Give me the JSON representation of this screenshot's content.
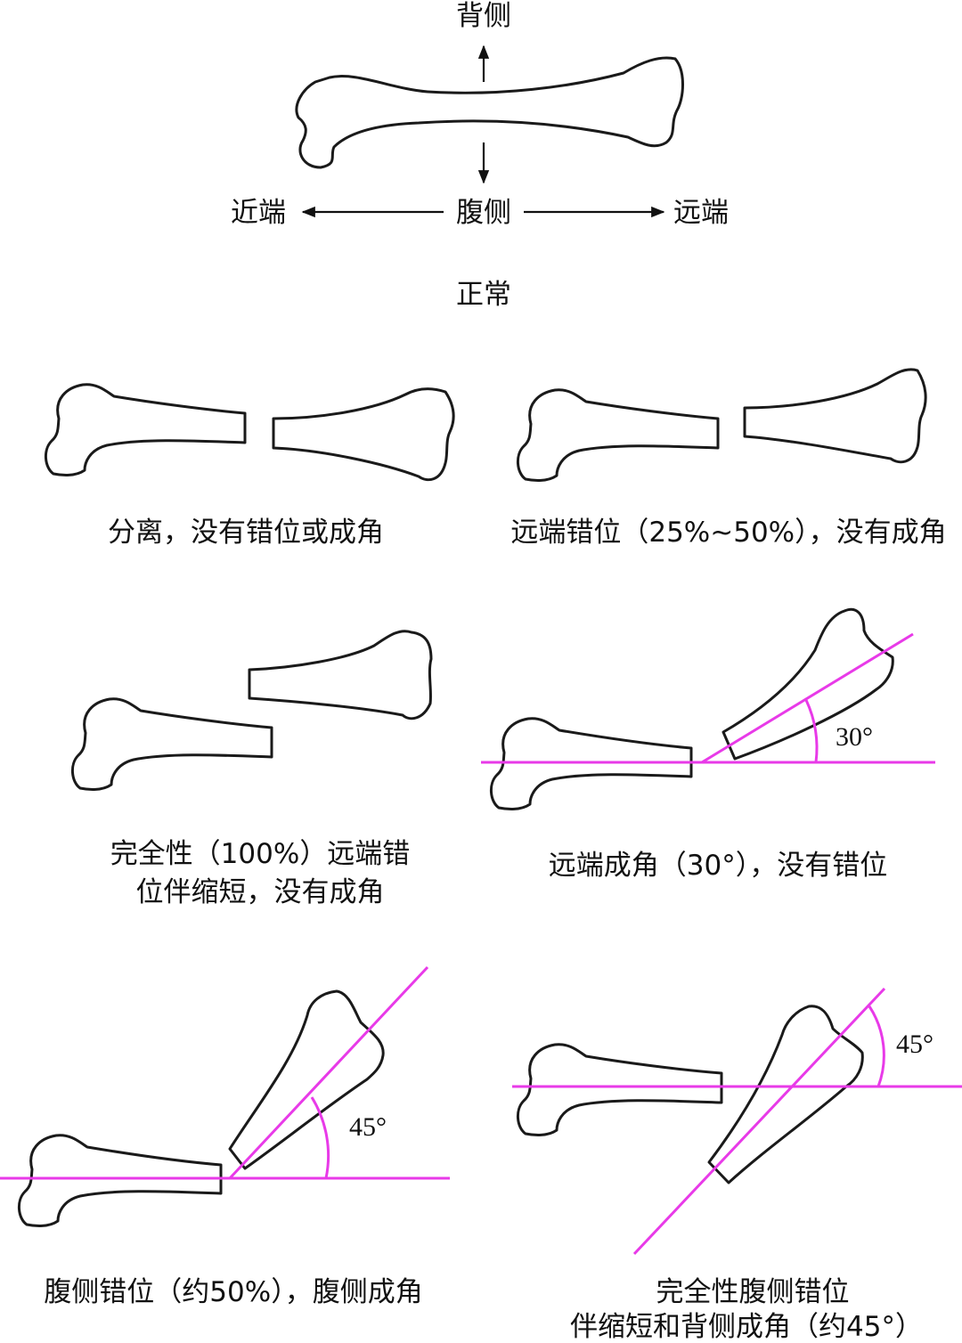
{
  "colors": {
    "guide": "#e83ae8",
    "line": "#1a1a1a"
  },
  "normal": {
    "dorsal": "背侧",
    "ventral": "腹侧",
    "proximal": "近端",
    "distal": "远端",
    "title": "正常"
  },
  "panels": [
    {
      "caption": [
        "分离，没有错位或成角"
      ]
    },
    {
      "caption": [
        "远端错位（25%~50%），没有成角"
      ]
    },
    {
      "caption": [
        "完全性（100%）远端错",
        "位伴缩短，没有成角"
      ]
    },
    {
      "caption": [
        "远端成角（30°），没有错位"
      ],
      "angle": "30°"
    },
    {
      "caption": [
        "腹侧错位（约50%），腹侧成角"
      ],
      "angle": "45°"
    },
    {
      "caption": [
        "完全性腹侧错位",
        "伴缩短和背侧成角（约45°）"
      ],
      "angle": "45°"
    }
  ]
}
